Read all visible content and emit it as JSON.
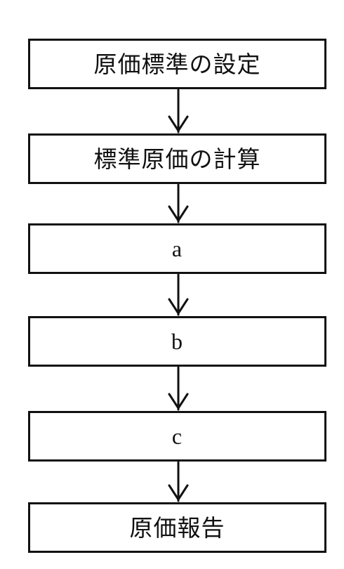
{
  "steps": [
    {
      "label": "原価標準の設定"
    },
    {
      "label": "標準原価の計算"
    },
    {
      "label": "a"
    },
    {
      "label": "b"
    },
    {
      "label": "c"
    },
    {
      "label": "原価報告"
    }
  ]
}
